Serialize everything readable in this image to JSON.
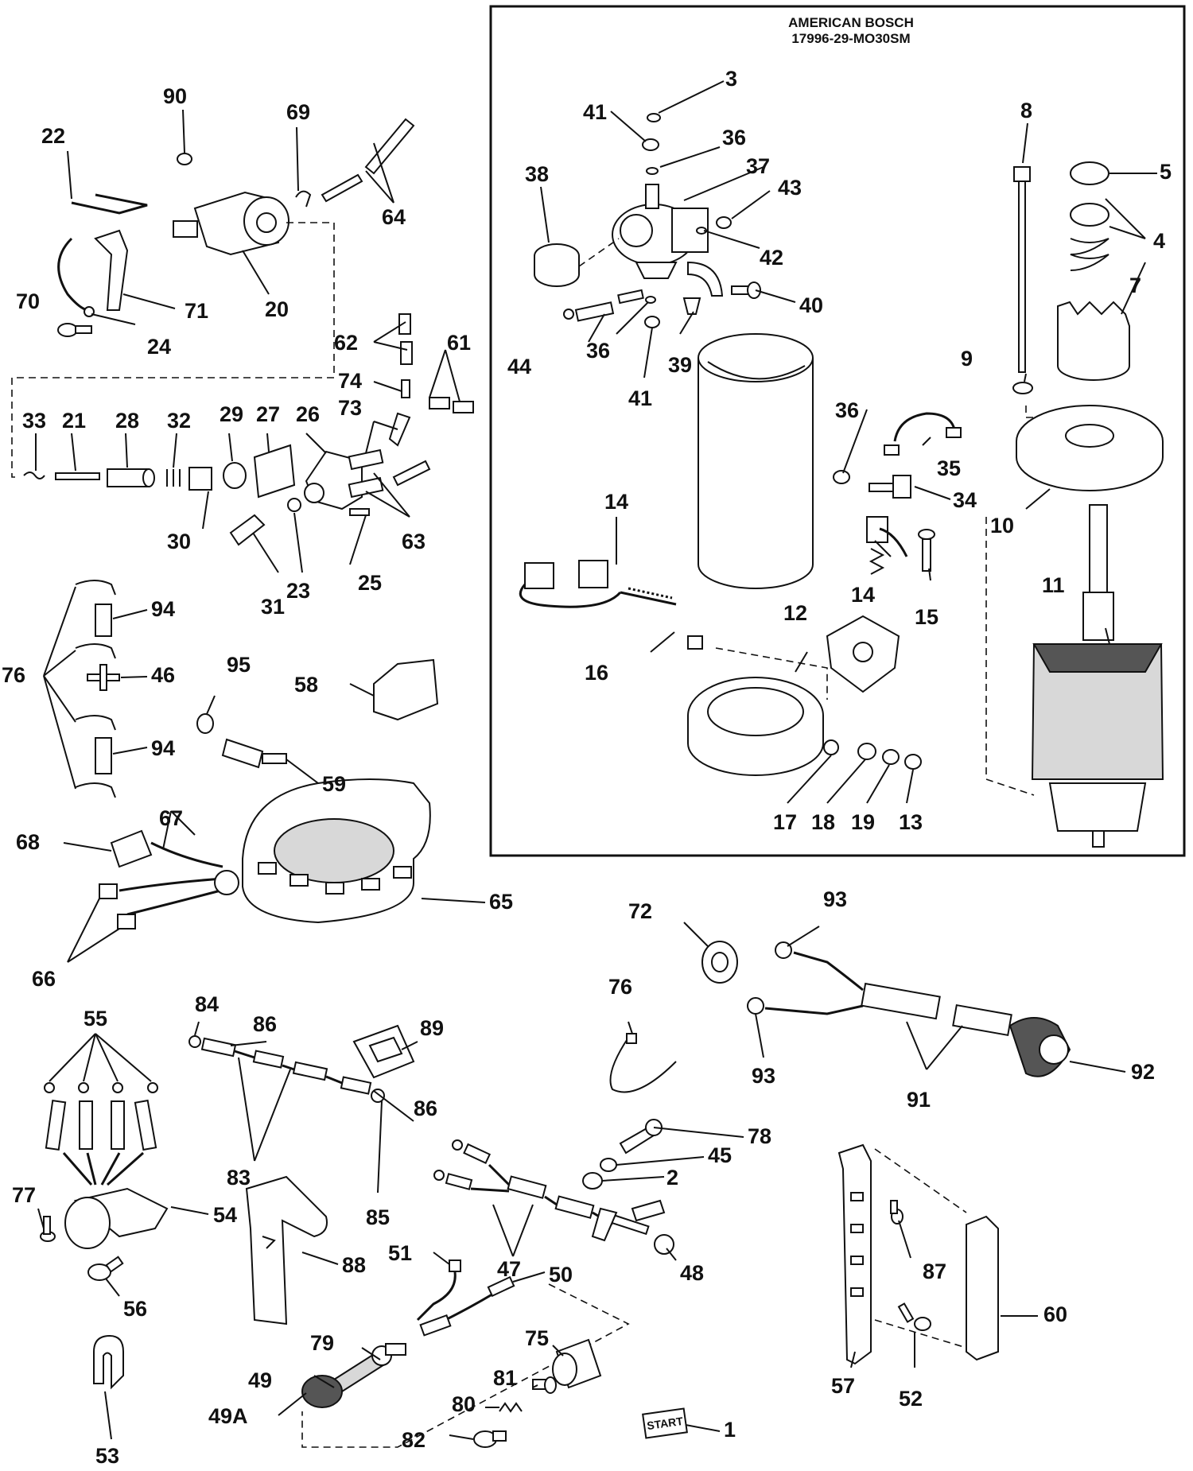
{
  "diagram": {
    "frame_title_line1": "AMERICAN BOSCH",
    "frame_title_line2": "17996-29-MO30SM",
    "start_plate_text": "START",
    "callouts": {
      "c1": "1",
      "c2": "2",
      "c3": "3",
      "c4": "4",
      "c5": "5",
      "c7": "7",
      "c8": "8",
      "c9": "9",
      "c10": "10",
      "c11": "11",
      "c12": "12",
      "c13": "13",
      "c14a": "14",
      "c14b": "14",
      "c15": "15",
      "c16": "16",
      "c17": "17",
      "c18": "18",
      "c19": "19",
      "c20": "20",
      "c21": "21",
      "c22": "22",
      "c23": "23",
      "c24": "24",
      "c25": "25",
      "c26": "26",
      "c27": "27",
      "c28": "28",
      "c29": "29",
      "c30": "30",
      "c31": "31",
      "c32": "32",
      "c33": "33",
      "c34": "34",
      "c35": "35",
      "c36a": "36",
      "c36b": "36",
      "c36c": "36",
      "c37": "37",
      "c38": "38",
      "c39": "39",
      "c40": "40",
      "c41a": "41",
      "c41b": "41",
      "c42": "42",
      "c43": "43",
      "c44": "44",
      "c45": "45",
      "c46": "46",
      "c47": "47",
      "c48": "48",
      "c49": "49",
      "c49a": "49A",
      "c50": "50",
      "c51": "51",
      "c52": "52",
      "c53": "53",
      "c54": "54",
      "c55": "55",
      "c56": "56",
      "c57": "57",
      "c58": "58",
      "c59": "59",
      "c60": "60",
      "c61": "61",
      "c62": "62",
      "c63": "63",
      "c64": "64",
      "c65": "65",
      "c66": "66",
      "c67": "67",
      "c68": "68",
      "c69": "69",
      "c70": "70",
      "c71": "71",
      "c72": "72",
      "c73": "73",
      "c74": "74",
      "c75": "75",
      "c76a": "76",
      "c76b": "76",
      "c77": "77",
      "c78": "78",
      "c79": "79",
      "c80": "80",
      "c81": "81",
      "c82": "82",
      "c83": "83",
      "c84": "84",
      "c85": "85",
      "c86a": "86",
      "c86b": "86",
      "c87": "87",
      "c88": "88",
      "c89": "89",
      "c90": "90",
      "c91": "91",
      "c92": "92",
      "c93a": "93",
      "c93b": "93",
      "c94a": "94",
      "c94b": "94",
      "c95": "95"
    }
  }
}
